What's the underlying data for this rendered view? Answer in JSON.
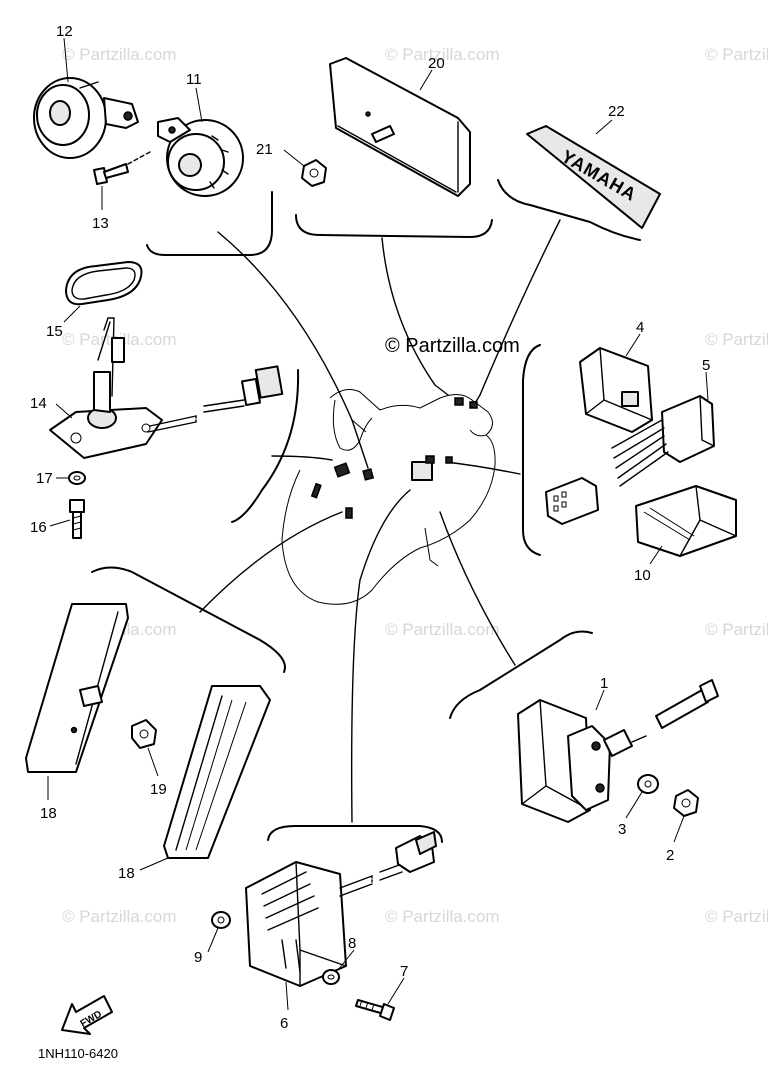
{
  "watermark": "© Partzilla.com",
  "diagram_code": "1NH110-6420",
  "fwd_label": "FWD",
  "emblem_text": "YAMAHA",
  "callouts": {
    "c1": "1",
    "c2": "2",
    "c3": "3",
    "c4": "4",
    "c5": "5",
    "c6": "6",
    "c7": "7",
    "c8": "8",
    "c9": "9",
    "c10": "10",
    "c11": "11",
    "c12": "12",
    "c13": "13",
    "c14": "14",
    "c15": "15",
    "c16": "16",
    "c17": "17",
    "c18a": "18",
    "c18b": "18",
    "c19": "19",
    "c20": "20",
    "c21": "21",
    "c22": "22"
  }
}
